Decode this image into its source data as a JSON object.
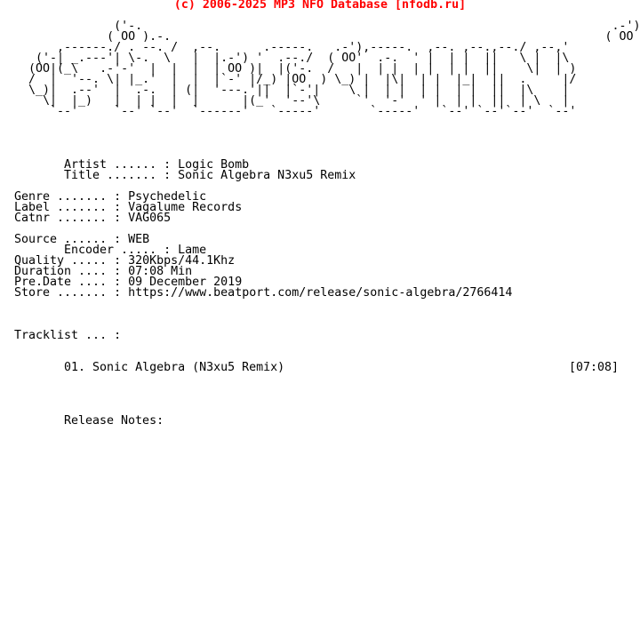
{
  "header": "(c) 2006-2025 MP3 NFO Database [nfodb.ru]",
  "ascii_logo": "              ('-.                                                                  .-') _\n             ( OO ).-.                                                             ( OO ) )\n      ,------./ . --. /  ,--.      .-----.   .-'),-----.  ,--. ,--.,--./ ,--,'\n   ('-| _.---'| \\-.  \\   |  |.-') '  .--./  ( OO'  .-.  ' |  | |  ||   \\ |  |\\\n  (OO|(_\\   .-'-'  |  |  |  | OO )|  |('-.  /   |  | |  | |  | |  ||    \\|  | )\n  /  |  '--. \\| |_.'  |  |  |`-' |/_) |OO  ) \\_) |  |\\|  | |  |_|  ||  .     |/\n  \\_)|  .--'  |  .-.  | (|  '---.'||  |`-'|    \\ |  | |  | |  | |  ||  |\\    |\n    \\|  |_)   |  | |  |  |      |(_'  '--'\\     `'  '-'  ' |  | |  ||  | \\   |\n     `--'     `--' `--'  `------'   `-----'       `-----'   `--' `--'`--'  `--'",
  "info": {
    "artist": {
      "label": "Artist ...... :",
      "value": "Logic Bomb"
    },
    "title": {
      "label": "Title ....... :",
      "value": "Sonic Algebra N3xu5 Remix"
    },
    "genre": {
      "label": "Genre ....... :",
      "value": "Psychedelic"
    },
    "label": {
      "label": "Label ....... :",
      "value": "Vagalume Records"
    },
    "catnr": {
      "label": "Catnr ....... :",
      "value": "VAG065"
    },
    "source": {
      "label": "Source ...... :",
      "value": "WEB"
    },
    "encoder": {
      "label": "Encoder ..... :",
      "value": "Lame"
    },
    "quality": {
      "label": "Quality ..... :",
      "value": "320Kbps/44.1Khz"
    },
    "duration": {
      "label": "Duration .... :",
      "value": "07:08 Min"
    },
    "predate": {
      "label": "Pre.Date .... :",
      "value": "09 December 2019"
    },
    "store": {
      "label": "Store ....... :",
      "value": "https://www.beatport.com/release/sonic-algebra/2766414"
    }
  },
  "tracklist": {
    "heading": "Tracklist ... :",
    "tracks": [
      {
        "number": "01.",
        "name": "Sonic Algebra (N3xu5 Remix)",
        "duration": "[07:08]"
      }
    ]
  },
  "release_notes": {
    "heading": "Release Notes:"
  }
}
